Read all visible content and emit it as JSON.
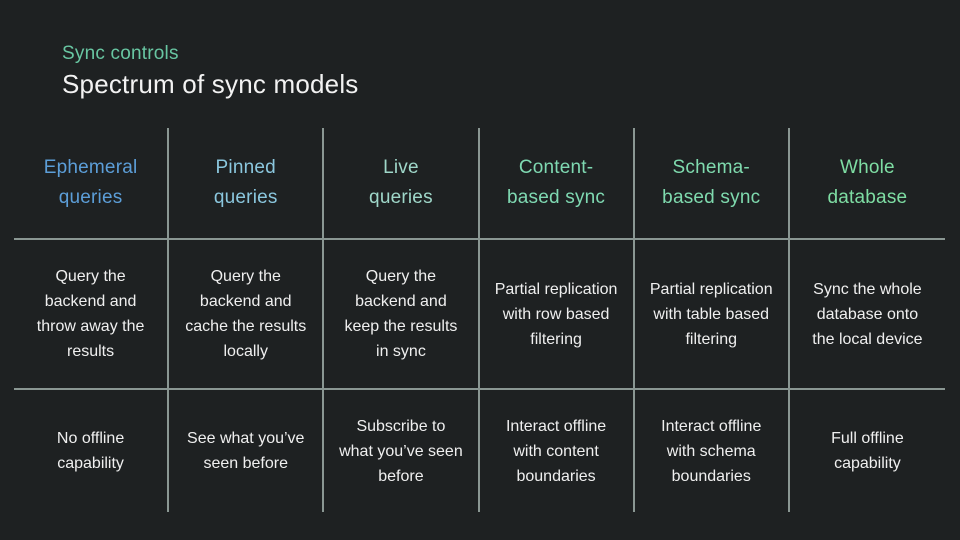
{
  "slide": {
    "kicker": "Sync controls",
    "kicker_color": "#68c6a2",
    "title": "Spectrum of sync models",
    "background_color": "#1e2122",
    "grid_line_color": "#8a9793"
  },
  "table": {
    "columns": [
      {
        "header": "Ephemeral\nqueries",
        "header_color": "#5c9ed8",
        "description": "Query the\nbackend and\nthrow away the\nresults",
        "offline": "No offline\ncapability"
      },
      {
        "header": "Pinned\nqueries",
        "header_color": "#8bc7de",
        "description": "Query the\nbackend and\ncache the results\nlocally",
        "offline": "See what you’ve\nseen before"
      },
      {
        "header": "Live\nqueries",
        "header_color": "#9fd7c9",
        "description": "Query the\nbackend and\nkeep the results\nin sync",
        "offline": "Subscribe to\nwhat you’ve seen\nbefore"
      },
      {
        "header": "Content-\nbased sync",
        "header_color": "#7fd9b2",
        "description": "Partial replication\nwith row based\nfiltering",
        "offline": "Interact offline\nwith content\nboundaries"
      },
      {
        "header": "Schema-\nbased sync",
        "header_color": "#7fdaae",
        "description": "Partial replication\nwith table based\nfiltering",
        "offline": "Interact offline\nwith schema\nboundaries"
      },
      {
        "header": "Whole\ndatabase",
        "header_color": "#7edda3",
        "description": "Sync the whole\ndatabase onto\nthe local device",
        "offline": "Full offline\ncapability"
      }
    ]
  }
}
